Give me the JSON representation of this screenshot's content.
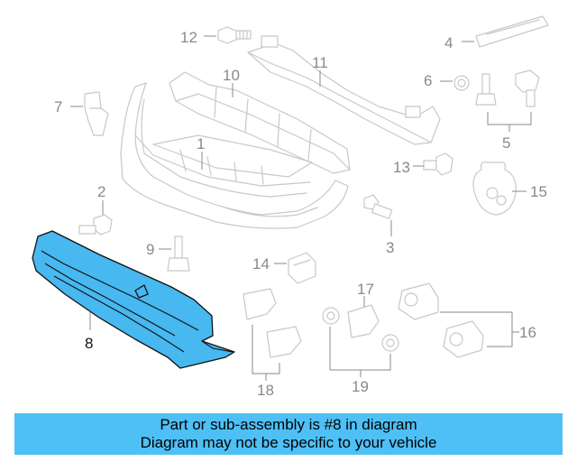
{
  "caption": {
    "line1": "Part or sub-assembly is #8 in diagram",
    "line2": "Diagram may not be specific to your vehicle"
  },
  "callouts": {
    "c1": "1",
    "c2": "2",
    "c3": "3",
    "c4": "4",
    "c5": "5",
    "c6": "6",
    "c7": "7",
    "c8": "8",
    "c9": "9",
    "c10": "10",
    "c11": "11",
    "c12": "12",
    "c13": "13",
    "c14": "14",
    "c15": "15",
    "c16": "16",
    "c17": "17",
    "c18": "18",
    "c19": "19"
  },
  "colors": {
    "highlight_part": "#47b8f0",
    "caption_background": "#4fc0f5",
    "line_art": "#c8c8c8",
    "callout_text": "#8a8a8a"
  }
}
